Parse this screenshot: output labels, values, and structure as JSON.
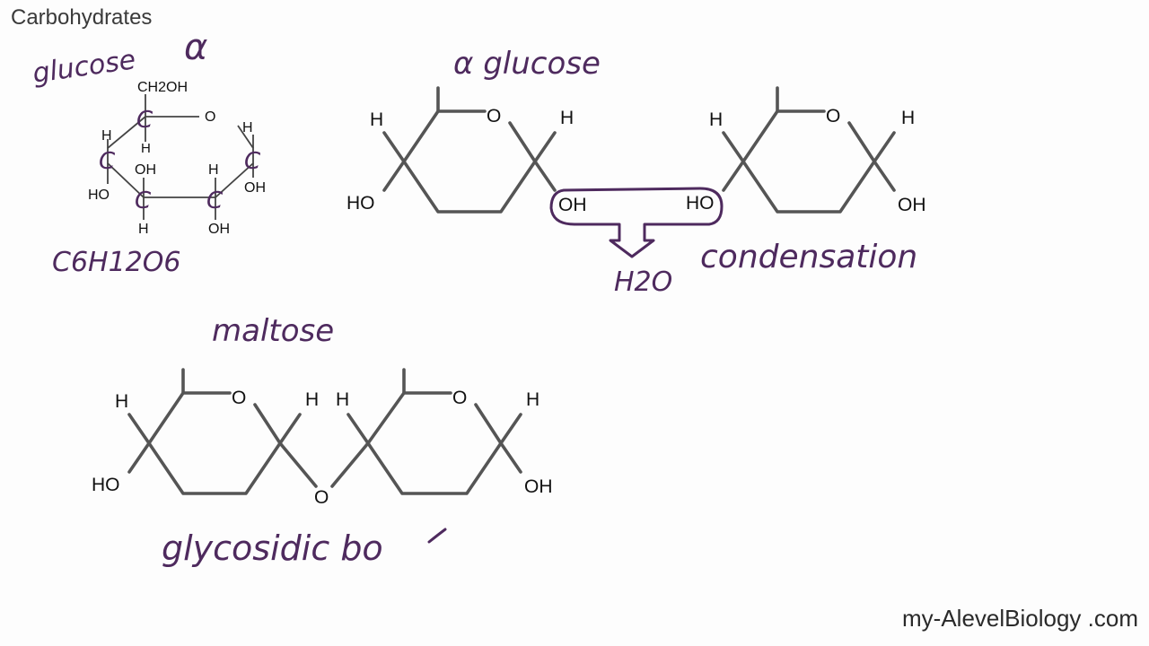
{
  "title": "Carbohydrates",
  "watermark": "my-AlevelBiology .com",
  "notes": {
    "glucose": "glucose",
    "alpha": "α",
    "alpha_glucose": "α glucose",
    "formula": "C6H12O6",
    "condensation": "condensation",
    "water": "H2O",
    "maltose": "maltose",
    "glycosidic": "glycosidic bo"
  },
  "glucose_structure": {
    "ch2oh": "CH2OH",
    "ring_o": "O",
    "h": "H",
    "oh": "OH",
    "ho": "HO",
    "c": "C"
  },
  "alpha_structure": {
    "h": "H",
    "ring_o": "O",
    "ho": "HO",
    "oh": "OH"
  },
  "maltose_structure": {
    "h": "H",
    "ring_o": "O",
    "ho": "HO",
    "oh": "OH",
    "bridge_o": "O"
  }
}
